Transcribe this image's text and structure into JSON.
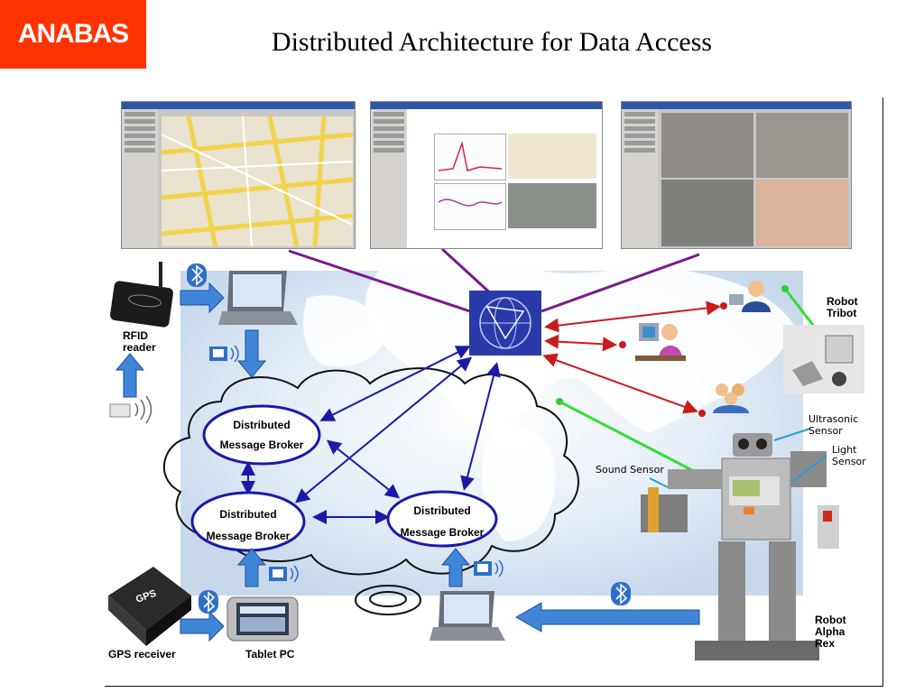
{
  "header": {
    "logo": "ANABAS",
    "title": "Distributed Architecture for Data Access"
  },
  "brokers": {
    "top": {
      "line1": "Distributed",
      "line2": "Message Broker"
    },
    "left": {
      "line1": "Distributed",
      "line2": "Message Broker"
    },
    "right": {
      "line1": "Distributed",
      "line2": "Message Broker"
    }
  },
  "devices": {
    "rfid_reader": "RFID\nreader",
    "gps_receiver": "GPS receiver",
    "gps_device_text": "GPS",
    "tablet_pc": "Tablet PC"
  },
  "robots": {
    "tribot": "Robot\nTribot",
    "alpha_rex": "Robot\nAlpha\nRex",
    "ultrasonic_sensor": "Ultrasonic\nSensor",
    "light_sensor": "Light\nSensor",
    "sound_sensor": "Sound Sensor"
  },
  "colors": {
    "logo_bg": "#ff3300",
    "broker_link": "#1a1aa8",
    "internet_link": "#7a1a8c",
    "user_link": "#cc1a1a",
    "robot_link": "#33cc33",
    "device_arrow": "#2f6fc8"
  },
  "icons": [
    "bluetooth-icon",
    "wifi-signal-icon",
    "globe-network-icon",
    "user-headset-icon",
    "user-desk-icon",
    "user-group-icon",
    "cloud-icon",
    "laptop-icon"
  ]
}
